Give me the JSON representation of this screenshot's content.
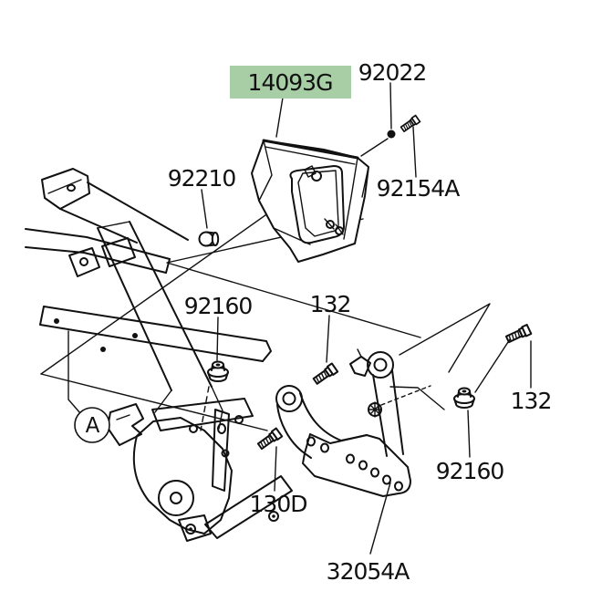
{
  "colors": {
    "background": "#ffffff",
    "line": "#111111",
    "highlight": "#a7cea5"
  },
  "part_labels": {
    "cover": {
      "text": "14093G",
      "highlighted": true
    },
    "washer_top": {
      "text": "92022",
      "highlighted": false
    },
    "screw_top": {
      "text": "92154A",
      "highlighted": false
    },
    "collar": {
      "text": "92210",
      "highlighted": false
    },
    "damper_left": {
      "text": "92160",
      "highlighted": false
    },
    "screw_mid": {
      "text": "132",
      "highlighted": false
    },
    "screw_right": {
      "text": "132",
      "highlighted": false
    },
    "damper_right": {
      "text": "92160",
      "highlighted": false
    },
    "bolt_bottom": {
      "text": "130D",
      "highlighted": false
    },
    "bracket": {
      "text": "32054A",
      "highlighted": false
    },
    "view_marker": {
      "text": "A",
      "highlighted": false
    }
  }
}
